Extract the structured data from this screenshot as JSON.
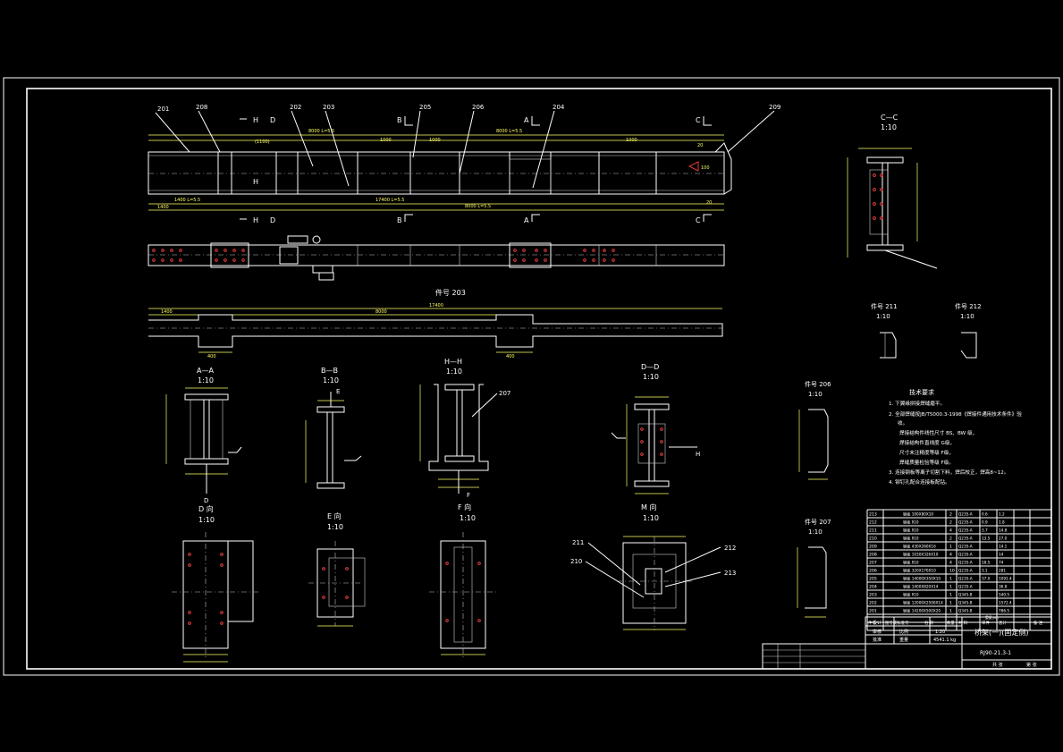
{
  "drawing": {
    "part_labels_top": [
      "201",
      "208",
      "202",
      "203",
      "205",
      "206",
      "204",
      "209"
    ],
    "section_marks": [
      "H",
      "D",
      "B",
      "A",
      "C"
    ],
    "member_203": "件号 203",
    "dims_203": [
      "1400",
      "8000",
      "17400",
      "1400",
      "400"
    ],
    "sections": [
      {
        "id": "A-A",
        "title": "A—A",
        "scale": "1:10"
      },
      {
        "id": "B-B",
        "title": "B—B",
        "scale": "1:10"
      },
      {
        "id": "H-H",
        "title": "H—H",
        "scale": "1:10"
      },
      {
        "id": "D-D",
        "title": "D—D",
        "scale": "1:10"
      },
      {
        "id": "C-C",
        "title": "C—C",
        "scale": "1:10"
      }
    ],
    "views": [
      {
        "id": "D",
        "title": "D 向",
        "scale": "1:10"
      },
      {
        "id": "E",
        "title": "E 向",
        "scale": "1:10"
      },
      {
        "id": "F",
        "title": "F 向",
        "scale": "1:10"
      },
      {
        "id": "M",
        "title": "M 向",
        "scale": "1:10"
      }
    ],
    "part_details": [
      {
        "title": "件号 211",
        "scale": "1:10"
      },
      {
        "title": "件号 212",
        "scale": "1:10"
      },
      {
        "title": "件号 206",
        "scale": "1:10"
      },
      {
        "title": "件号 207",
        "scale": "1:10"
      }
    ],
    "view_part_labels": [
      "207",
      "211",
      "210",
      "212",
      "213"
    ],
    "arrow_letters": [
      "D",
      "E",
      "F",
      "H"
    ]
  },
  "notes": {
    "heading": "技术要求",
    "items": [
      "1. 下翼缘拼接焊缝磨平。",
      "2. 全部焊缝按JB/T5000.3-1998《焊接件通用技术条件》验",
      "收。",
      "焊接结构件线性尺寸 BS、BW 级，",
      "焊接结构件直线度 G级，",
      "尺寸未注精度等级 F级，",
      "焊缝质量检验等级 F级。",
      "3. 连接钢板等离子切割下料，焊后校正，焊高8~12。",
      "4. 铆钉孔配合连接板配钻。"
    ]
  },
  "bom": {
    "rows": [
      [
        "213",
        "钢板 100X80X10",
        "2",
        "Q235-A",
        "0.6",
        "1.2"
      ],
      [
        "212",
        "钢板 δ10",
        "2",
        "Q235-A",
        "0.9",
        "1.8"
      ],
      [
        "211",
        "钢板 δ10",
        "4",
        "Q235-A",
        "3.7",
        "14.8"
      ],
      [
        "210",
        "钢板 δ10",
        "2",
        "Q235-A",
        "13.5",
        "27.0"
      ],
      [
        "209",
        "钢板 430X260X16",
        "1",
        "Q235-A",
        "",
        "14.1"
      ],
      [
        "208",
        "钢板 1030X326X10",
        "4",
        "Q235-A",
        "",
        "14"
      ],
      [
        "207",
        "钢板 δ10",
        "4",
        "Q235-A",
        "18.5",
        "74"
      ],
      [
        "206",
        "钢板 320X170X10",
        "10",
        "Q235-A",
        "3.1",
        "281"
      ],
      [
        "205",
        "钢板 14000X350X10",
        "1",
        "Q235-A",
        "37.0",
        "1091.4"
      ],
      [
        "204",
        "钢板 1400X820X14",
        "1",
        "Q235-A",
        "",
        "36.8"
      ],
      [
        "203",
        "钢板 δ10",
        "1",
        "Q345-B",
        "",
        "540.5"
      ],
      [
        "202",
        "钢板 12000X2500X14",
        "1",
        "Q345-B",
        "",
        "1572.4"
      ],
      [
        "201",
        "钢板 14200X500X20",
        "1",
        "Q345-B",
        "",
        "786.5"
      ]
    ],
    "header": [
      "件号",
      "图号或标准号",
      "名  称",
      "数量",
      "材  料",
      "单件",
      "总计",
      "备  注"
    ],
    "weight_header": "重量(kg)"
  },
  "title_block": {
    "name": "桥架(一)(固定侧)",
    "drawing_no": "RJ90-21.3-1",
    "scale_label": "比例",
    "scale": "1:20",
    "weight_label": "重量",
    "weight": "4541.1 kg",
    "design": "设计",
    "check": "审核",
    "approve": "批准",
    "sheet": "共  张",
    "sheet2": "第  张"
  }
}
